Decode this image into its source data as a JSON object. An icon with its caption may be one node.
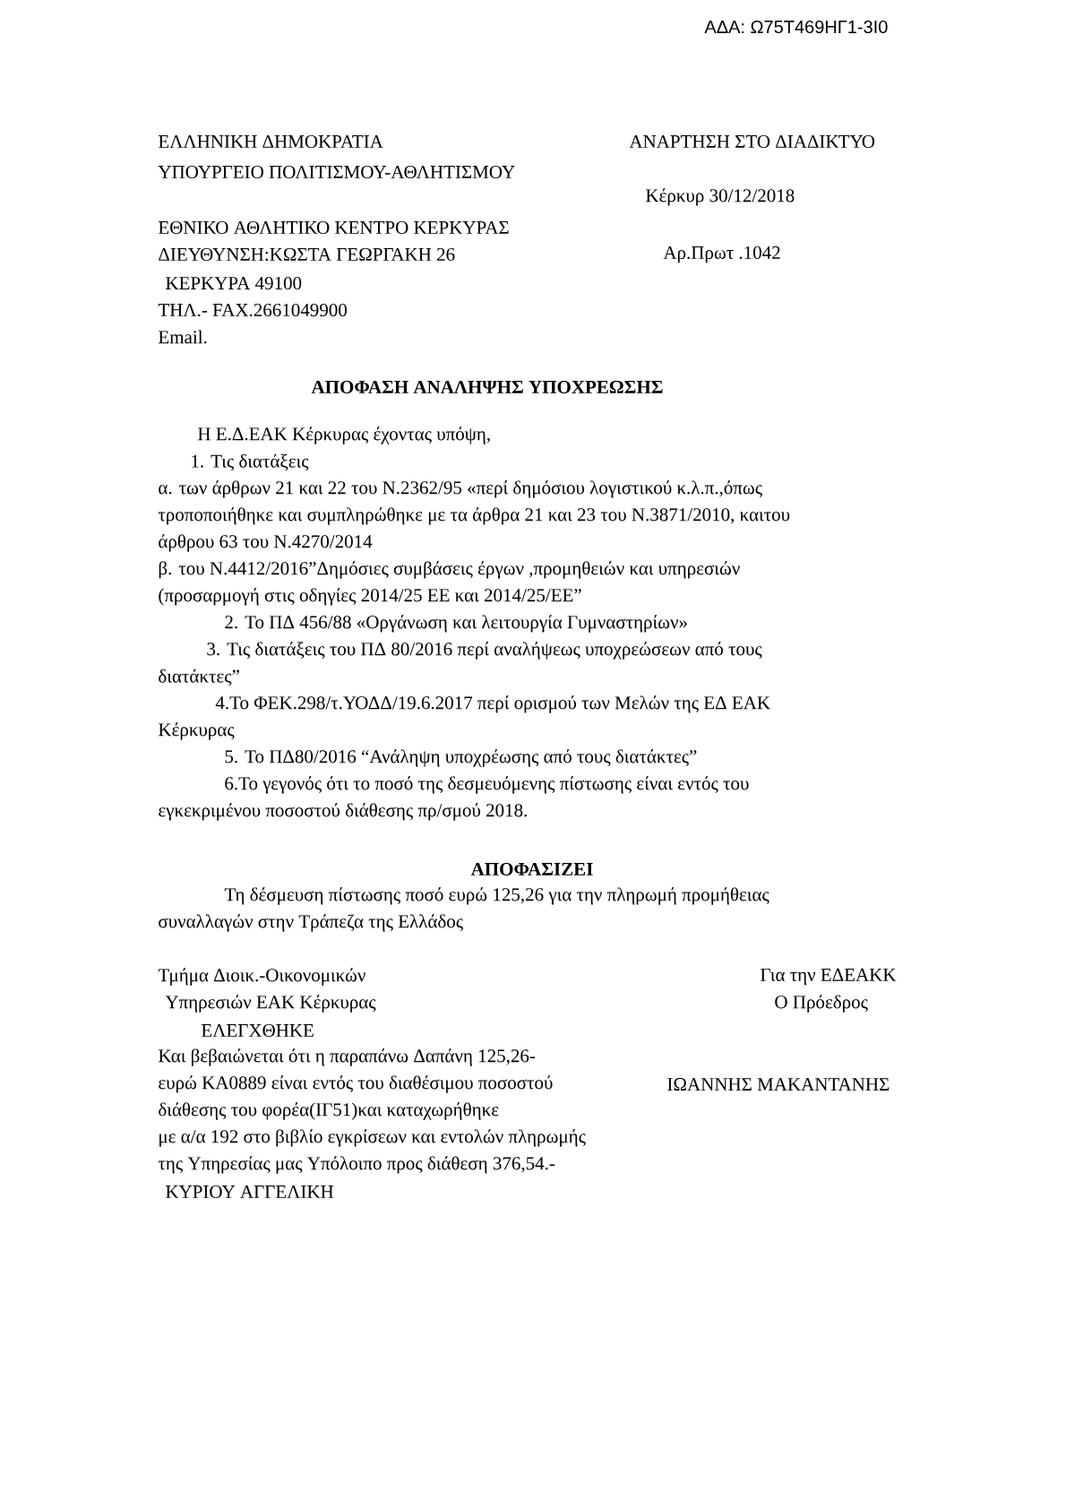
{
  "diagram": {
    "title": "ΑΠΟΦΑΣΗ ΑΝΑΛΗΨΗΣ ΥΠΟΧΡΕΩΣΗΣ",
    "labels": [
      "ΑΔΑ: Ω75Τ469ΗΓ1-3Ι0",
      "ΕΛΛΗΝΙΚΗ ΔΗΜΟΚΡΑΤΙΑ",
      "ΑΝΑΡΤΗΣΗ ΣΤΟ ΔΙΑΔΙΚΤΥΟ",
      "ΥΠΟΥΡΓΕΙΟ ΠΟΛΙΤΙΣΜΟΥ-ΑΘΛΗΤΙΣΜΟΥ",
      "Κέρκυρ 30/12/2018",
      "ΕΘΝΙΚΟ ΑΘΛΗΤΙΚΟ ΚΕΝΤΡΟ ΚΕΡΚΥΡΑΣ",
      "ΔΙΕΥΘΥΝΣΗ:ΚΩΣΤΑ ΓΕΩΡΓΑΚΗ 26",
      "Αρ.Πρωτ .1042",
      "ΚΕΡΚΥΡΑ 49100",
      "ΤΗΛ.- FAX.2661049900",
      "Email.",
      "Η Ε.Δ.ΕΑΚ Κέρκυρας έχοντας υπόψη,",
      "1. Τις διατάξεις",
      "α. των άρθρων 21 και 22 του Ν.2362/95 «περί δημόσιου λογιστικού κ.λ.π.,όπως",
      "τροποποιήθηκε και συμπληρώθηκε με τα άρθρα 21 και 23 του Ν.3871/2010, καιτου",
      "άρθρου 63 του Ν.4270/2014",
      "β. του Ν.4412/2016”Δημόσιες συμβάσεις έργων ,προμηθειών και υπηρεσιών",
      "(προσαρμογή στις οδηγίες 2014/25 ΕΕ και 2014/25/ΕΕ”",
      "2. Το ΠΔ 456/88 «Οργάνωση και λειτουργία Γυμναστηρίων»",
      "3. Τις διατάξεις του ΠΔ 80/2016 περί αναλήψεως υποχρεώσεων από τους",
      "διατάκτες”",
      "4.Το ΦΕΚ.298/τ.ΥΟΔΔ/19.6.2017 περί ορισμού των Μελών της ΕΔ ΕΑΚ",
      "Κέρκυρας",
      "5. Το ΠΔ80/2016 “Ανάληψη υποχρέωσης από τους διατάκτες”",
      "6.Το γεγονός ότι το ποσό της δεσμευόμενης πίστωσης είναι εντός του",
      "εγκεκριμένου ποσοστού διάθεσης πρ/σμού 2018.",
      "ΑΠΟΦΑΣΙΖΕΙ",
      "Τη δέσμευση πίστωσης ποσό ευρώ 125,26 για την πληρωμή προμήθειας",
      "συναλλαγών στην Τράπεζα της Ελλάδος",
      "Τμήμα Διοικ.-Οικονομικών",
      "Για την ΕΔΕΑΚΚ",
      "Υπηρεσιών ΕΑΚ Κέρκυρας",
      "Ο Πρόεδρος",
      "ΕΛΕΓΧΘΗΚΕ",
      "Και βεβαιώνεται ότι η παραπάνω Δαπάνη 125,26-",
      "ευρώ ΚΑ0889 είναι εντός του διαθέσιμου ποσοστού",
      "ΙΩΑΝΝΗΣ ΜΑΚΑΝΤΑΝΗΣ",
      "διάθεσης του φορέα(ΙΓ51)και καταχωρήθηκε",
      "με α/α 192 στο βιβλίο εγκρίσεων και εντολών πληρωμής",
      "της Υπηρεσίας μας Υπόλοιπο προς διάθεση 376,54.-",
      "ΚΥΡΙΟΥ ΑΓΓΕΛΙΚΗ"
    ]
  }
}
